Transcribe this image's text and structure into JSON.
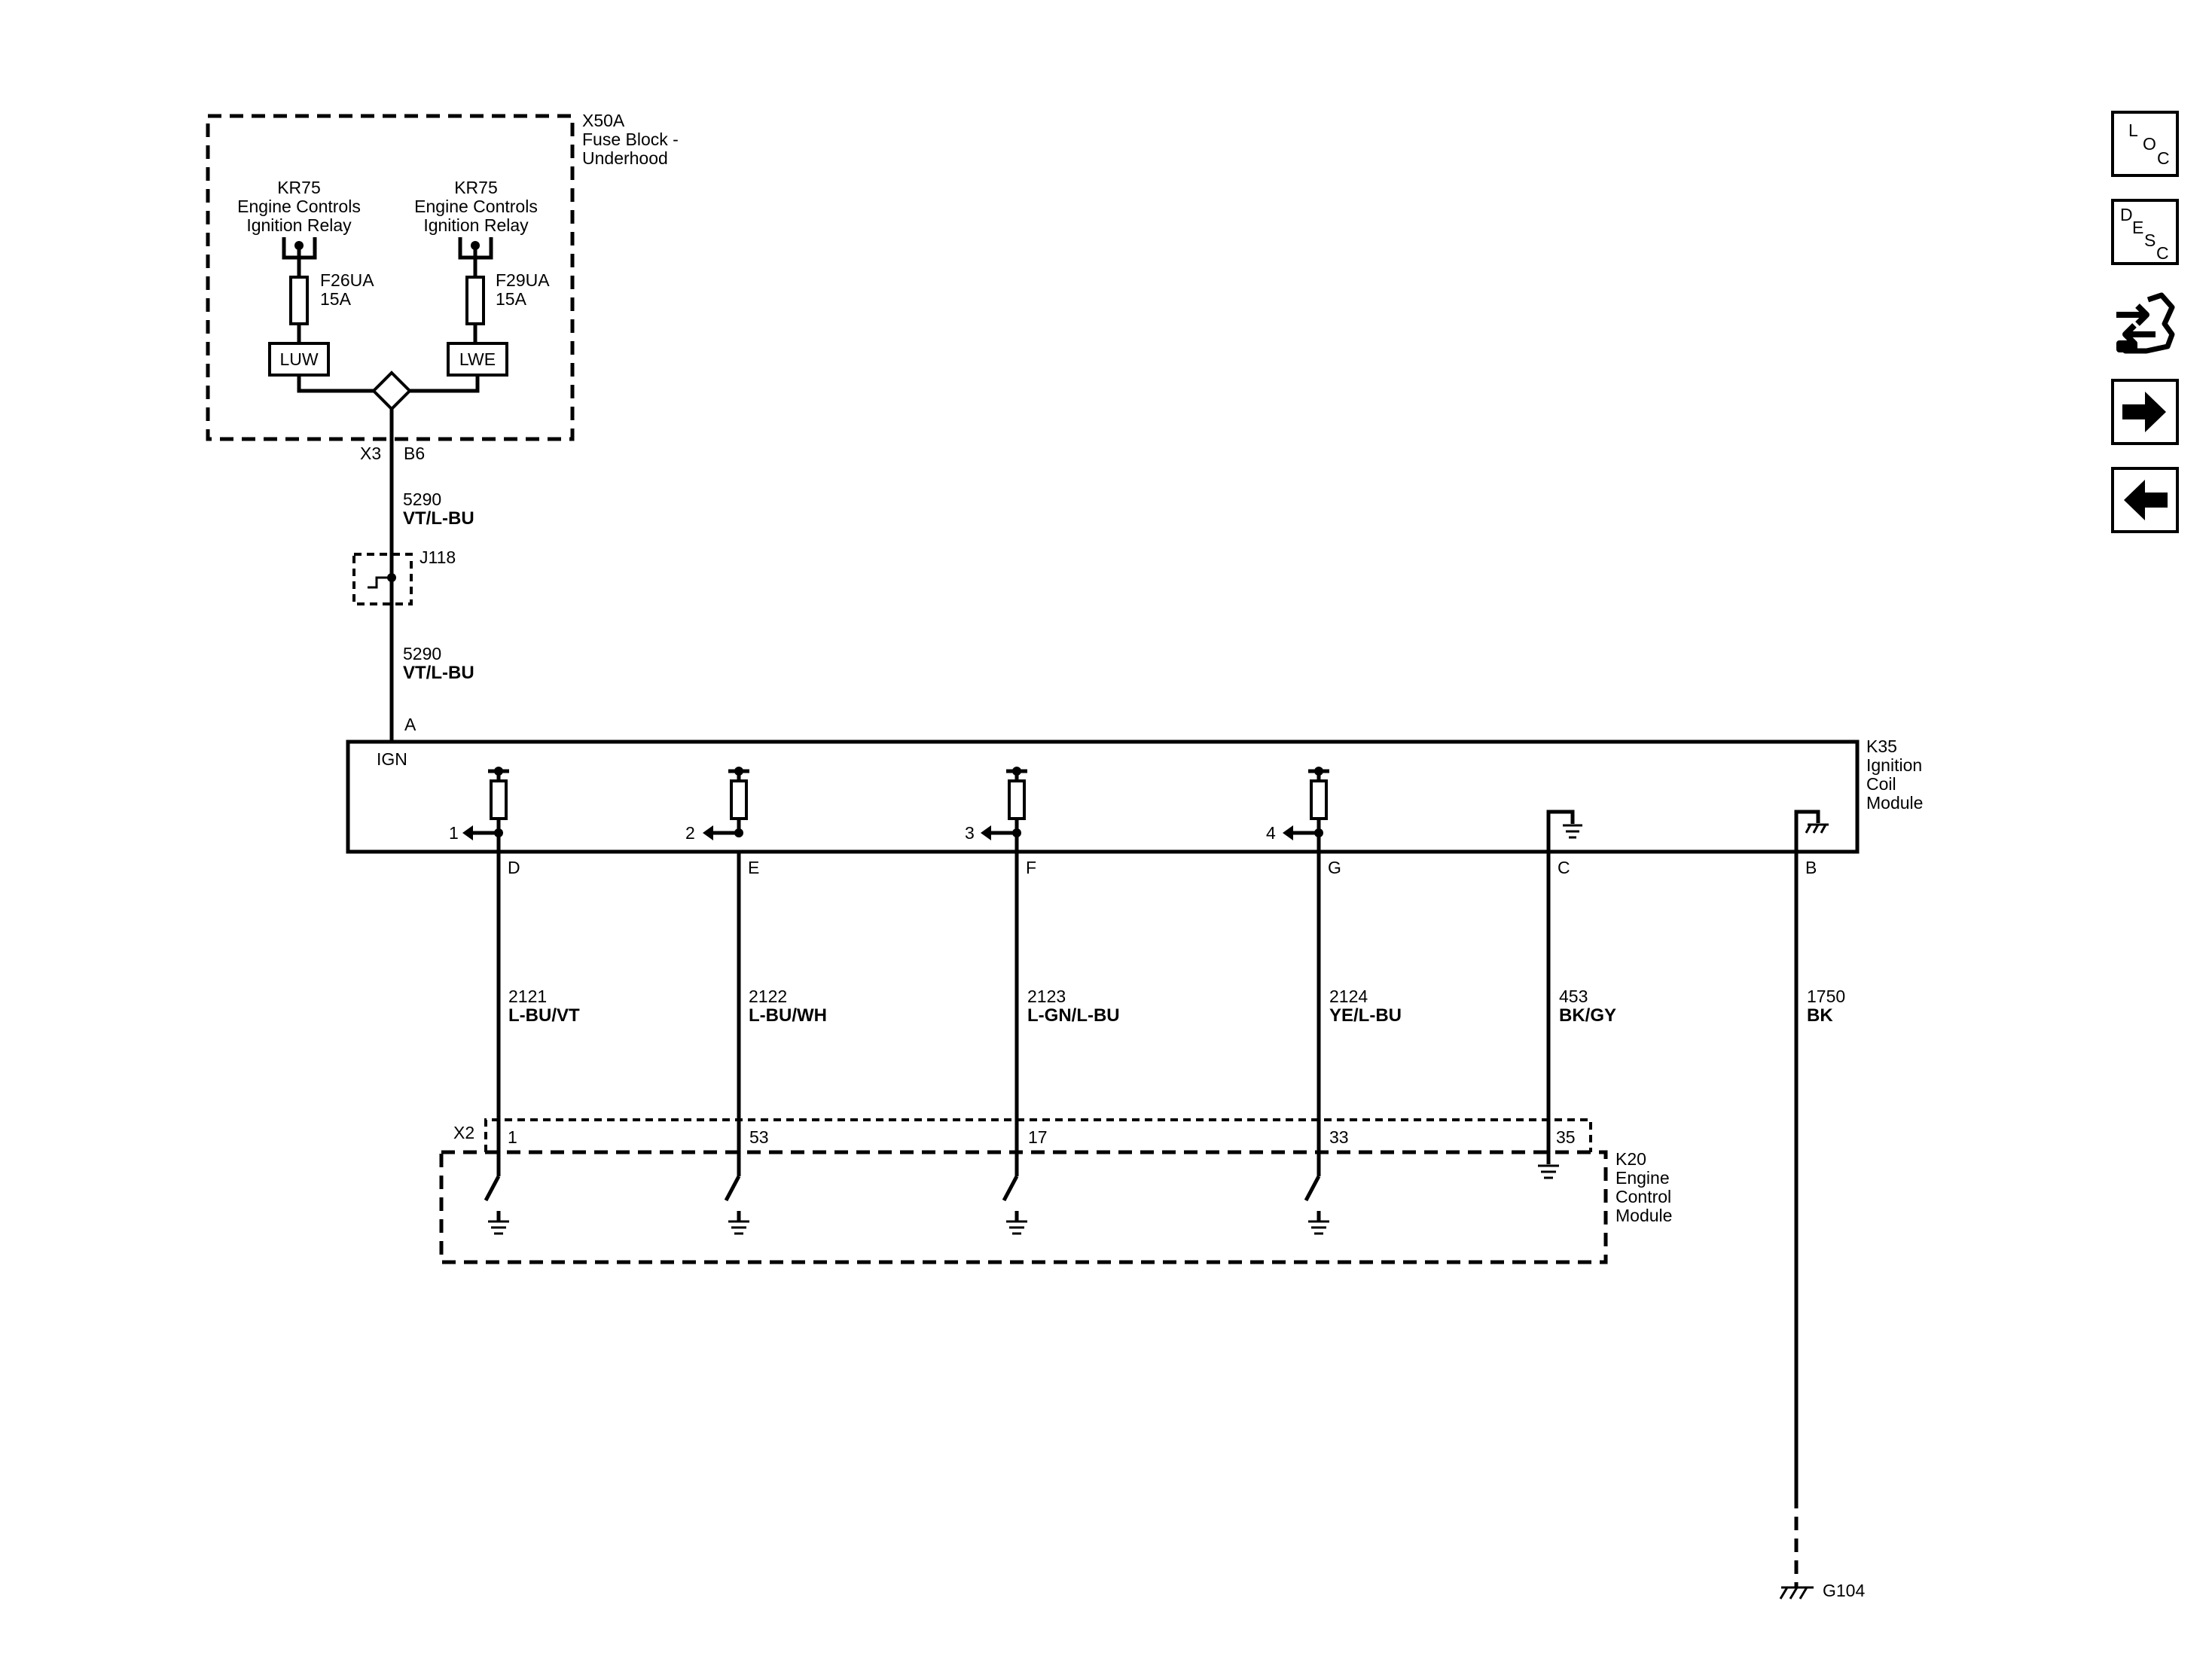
{
  "fuse_block": {
    "id": "X50A",
    "name_line1": "Fuse Block -",
    "name_line2": "Underhood",
    "relay_left": {
      "id": "KR75",
      "line1": "Engine Controls",
      "line2": "Ignition Relay"
    },
    "relay_right": {
      "id": "KR75",
      "line1": "Engine Controls",
      "line2": "Ignition Relay"
    },
    "fuse_left": {
      "id": "F26UA",
      "rating": "15A",
      "label": "LUW"
    },
    "fuse_right": {
      "id": "F29UA",
      "rating": "15A",
      "label": "LWE"
    },
    "connector": "X3",
    "pin": "B6"
  },
  "feed_wire": {
    "upper": {
      "circuit": "5290",
      "color": "VT/L-BU"
    },
    "splice": "J118",
    "lower": {
      "circuit": "5290",
      "color": "VT/L-BU"
    },
    "pin": "A"
  },
  "coil_module": {
    "id": "K35",
    "name_line1": "Ignition",
    "name_line2": "Coil",
    "name_line3": "Module",
    "ign_label": "IGN",
    "coils": [
      {
        "number": "1",
        "pin": "D",
        "circuit": "2121",
        "color": "L-BU/VT",
        "ecm_pin": "1"
      },
      {
        "number": "2",
        "pin": "E",
        "circuit": "2122",
        "color": "L-BU/WH",
        "ecm_pin": "53"
      },
      {
        "number": "3",
        "pin": "F",
        "circuit": "2123",
        "color": "L-GN/L-BU",
        "ecm_pin": "17"
      },
      {
        "number": "4",
        "pin": "G",
        "circuit": "2124",
        "color": "YE/L-BU",
        "ecm_pin": "33"
      }
    ],
    "ground_signal": {
      "pin": "C",
      "circuit": "453",
      "color": "BK/GY",
      "ecm_pin": "35"
    },
    "ground_chassis": {
      "pin": "B",
      "circuit": "1750",
      "color": "BK"
    }
  },
  "ecm": {
    "id": "K20",
    "name_line1": "Engine",
    "name_line2": "Control",
    "name_line3": "Module",
    "connector": "X2"
  },
  "ground_point": "G104",
  "nav": {
    "loc": {
      "l": "L",
      "o": "O",
      "c": "C"
    },
    "desc": {
      "d": "D",
      "e": "E",
      "s": "S",
      "c": "C"
    }
  }
}
